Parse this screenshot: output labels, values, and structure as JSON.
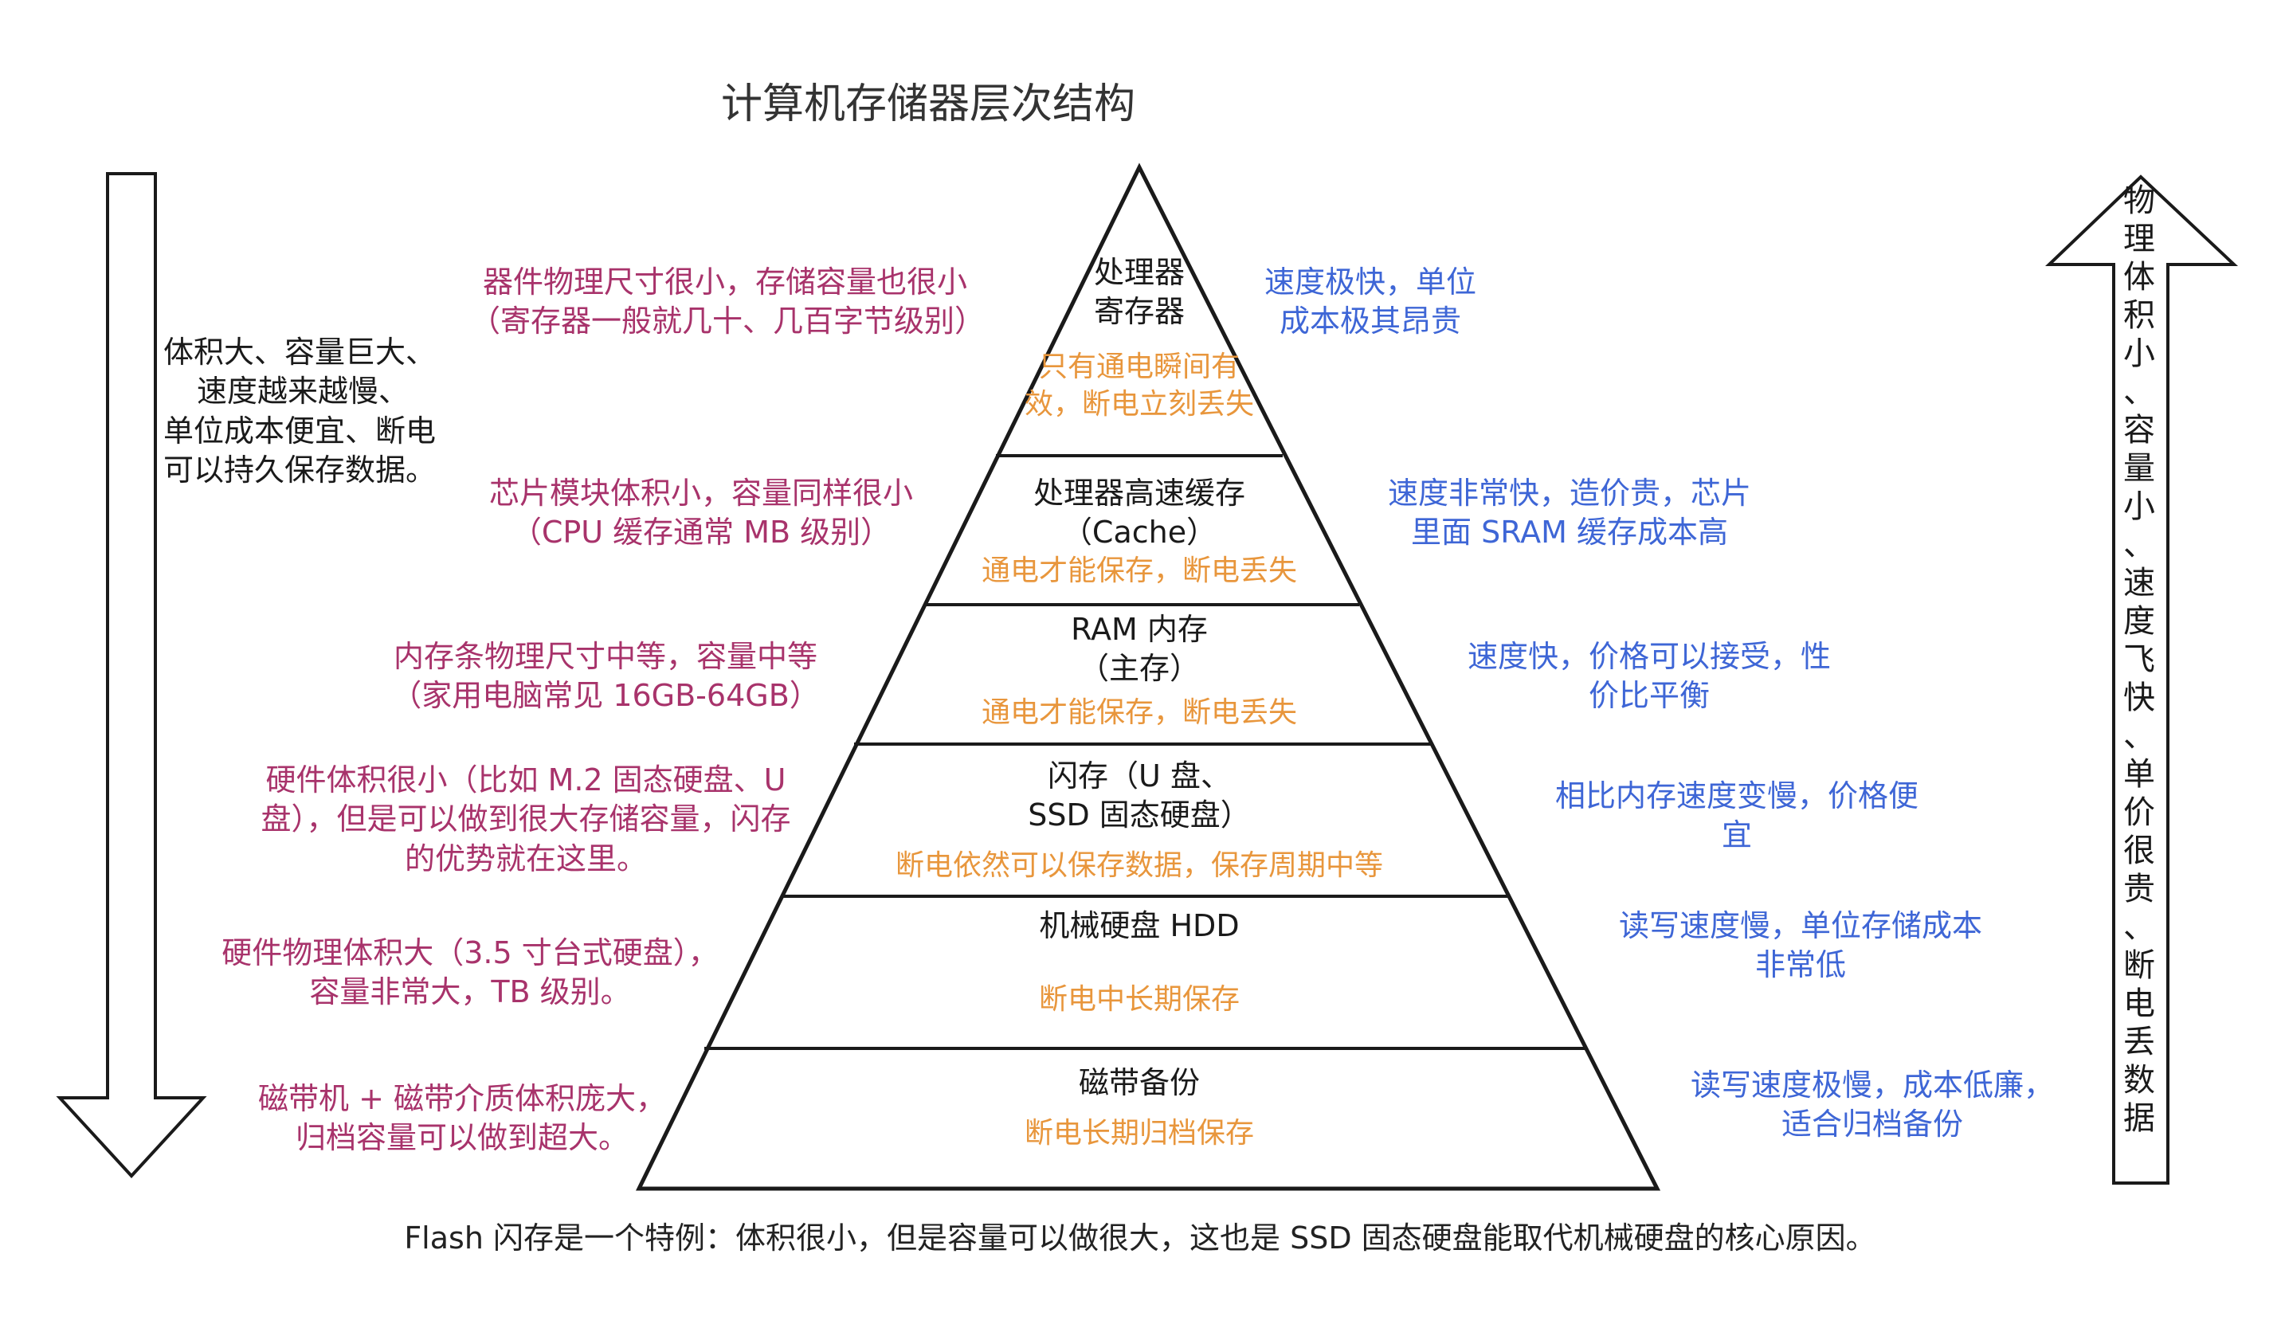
{
  "title": "计算机存储器层次结构",
  "levels": [
    {
      "name": [
        "处理器",
        "寄存器"
      ],
      "volatility": [
        "只有通电瞬间有",
        "效，断电立刻丢失"
      ],
      "left_note": [
        "器件物理尺寸很小，存储容量也很小",
        "（寄存器一般就几十、几百字节级别）"
      ],
      "right_note": [
        "速度极快，单位",
        "成本极其昂贵"
      ]
    },
    {
      "name": [
        "处理器高速缓存",
        "（Cache）"
      ],
      "volatility": [
        "通电才能保存，断电丢失"
      ],
      "left_note": [
        "芯片模块体积小，容量同样很小",
        "（CPU 缓存通常 MB 级别）"
      ],
      "right_note": [
        "速度非常快，造价贵，芯片",
        "里面 SRAM 缓存成本高"
      ]
    },
    {
      "name": [
        "RAM 内存",
        "（主存）"
      ],
      "volatility": [
        "通电才能保存，断电丢失"
      ],
      "left_note": [
        "内存条物理尺寸中等，容量中等",
        "（家用电脑常见 16GB-64GB）"
      ],
      "right_note": [
        "速度快，价格可以接受，性",
        "价比平衡"
      ]
    },
    {
      "name": [
        "闪存（U 盘、",
        "SSD 固态硬盘）"
      ],
      "volatility": [
        "断电依然可以保存数据，保存周期中等"
      ],
      "left_note": [
        "硬件体积很小（比如 M.2 固态硬盘、U",
        "盘），但是可以做到很大存储容量，闪存",
        "的优势就在这里。"
      ],
      "right_note": [
        "相比内存速度变慢，价格便",
        "宜"
      ]
    },
    {
      "name": [
        "机械硬盘 HDD"
      ],
      "volatility": [
        "断电中长期保存"
      ],
      "left_note": [
        "硬件物理体积大（3.5 寸台式硬盘），",
        "容量非常大，TB 级别。"
      ],
      "right_note": [
        "读写速度慢，单位存储成本",
        "非常低"
      ]
    },
    {
      "name": [
        "磁带备份"
      ],
      "volatility": [
        "断电长期归档保存"
      ],
      "left_note": [
        "磁带机 + 磁带介质体积庞大，",
        "归档容量可以做到超大。"
      ],
      "right_note": [
        "读写速度极慢，成本低廉，",
        "适合归档备份"
      ]
    }
  ],
  "down_arrow_note": [
    "体积大、容量巨大、",
    "速度越来越慢、",
    "单位成本便宜、断电",
    "可以持久保存数据。"
  ],
  "up_arrow_text": [
    "物",
    "理",
    "体",
    "积",
    "小",
    "、",
    "容",
    "量",
    "小",
    "、",
    "速",
    "度",
    "飞",
    "快",
    "、",
    "单",
    "价",
    "很",
    "贵",
    "、",
    "断",
    "电",
    "丢",
    "数",
    "据"
  ],
  "footer": "Flash 闪存是一个特例：体积很小，但是容量可以做很大，这也是 SSD 固态硬盘能取代机械硬盘的核心原因。",
  "colors": {
    "level_text": "#1a1a1a",
    "volatility_text": "#e8963c",
    "left_note_text": "#a8336b",
    "right_note_text": "#3e66d6",
    "lines": "#1a1a1a"
  }
}
